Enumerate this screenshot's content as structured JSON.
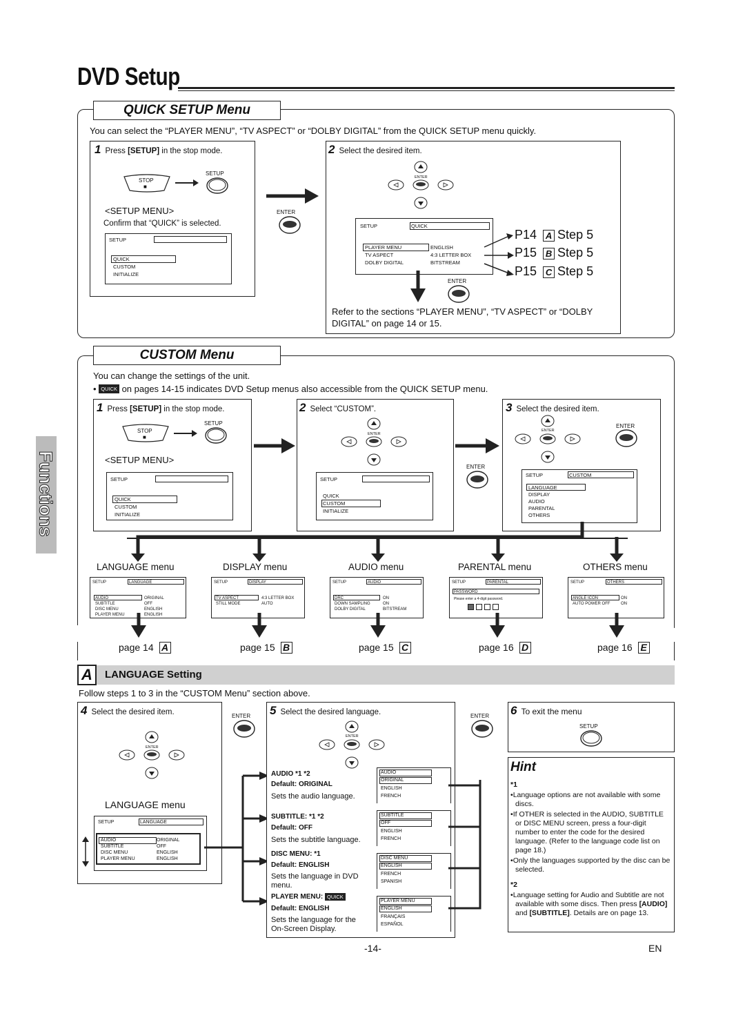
{
  "page": {
    "title": "DVD Setup",
    "side_tab": "Functions",
    "page_number": "-14-",
    "language_code": "EN"
  },
  "quick": {
    "heading": "QUICK SETUP Menu",
    "intro": "You can select the “PLAYER MENU”, “TV ASPECT” or “DOLBY DIGITAL” from the QUICK SETUP menu quickly.",
    "step1": {
      "num": "1",
      "pre": "Press ",
      "key": "[SETUP]",
      "post": " in the stop mode.",
      "stop": "STOP",
      "stop_sym": "■",
      "setup": "SETUP",
      "menu_title": "<SETUP MENU>",
      "confirm": "Confirm that “QUICK” is selected.",
      "screen": {
        "header": "SETUP",
        "items": [
          "QUICK",
          "CUSTOM",
          "INITIALIZE"
        ]
      }
    },
    "enter_label": "ENTER",
    "step2": {
      "num": "2",
      "text": "Select the desired item.",
      "enter_small": "ENTER",
      "screen": {
        "header": "SETUP",
        "tab": "QUICK",
        "rows": [
          [
            "PLAYER MENU",
            "ENGLISH"
          ],
          [
            "TV ASPECT",
            "4:3 LETTER BOX"
          ],
          [
            "DOLBY DIGITAL",
            "BITSTREAM"
          ]
        ]
      },
      "enter": "ENTER",
      "refs": [
        {
          "page": "P14",
          "letter": "A",
          "step": "Step 5"
        },
        {
          "page": "P15",
          "letter": "B",
          "step": "Step 5"
        },
        {
          "page": "P15",
          "letter": "C",
          "step": "Step 5"
        }
      ],
      "note": "Refer to the sections “PLAYER MENU”, “TV ASPECT” or “DOLBY DIGITAL” on page 14 or 15."
    }
  },
  "custom": {
    "heading": "CUSTOM Menu",
    "intro1": "You can change the settings of the unit.",
    "intro2_bullet": "•",
    "intro2_badge": "QUICK",
    "intro2": " on pages 14-15 indicates DVD Setup menus also accessible from the QUICK SETUP menu.",
    "step1": {
      "num": "1",
      "pre": "Press ",
      "key": "[SETUP]",
      "post": " in the stop mode.",
      "stop": "STOP",
      "stop_sym": "■",
      "setup": "SETUP",
      "menu_title": "<SETUP MENU>",
      "screen": {
        "header": "SETUP",
        "items": [
          "QUICK",
          "CUSTOM",
          "INITIALIZE"
        ]
      }
    },
    "step2": {
      "num": "2",
      "text": "Select “CUSTOM”.",
      "enter_small": "ENTER",
      "enter": "ENTER",
      "screen": {
        "header": "SETUP",
        "items": [
          "QUICK",
          "CUSTOM",
          "INITIALIZE"
        ]
      }
    },
    "step3": {
      "num": "3",
      "text": "Select the desired item.",
      "enter": "ENTER",
      "enter_small": "ENTER",
      "screen": {
        "header": "SETUP",
        "tab": "CUSTOM",
        "items": [
          "LANGUAGE",
          "DISPLAY",
          "AUDIO",
          "PARENTAL",
          "OTHERS"
        ]
      }
    },
    "menus": [
      {
        "name": "LANGUAGE menu",
        "header": "SETUP",
        "tab": "LANGUAGE",
        "rows": [
          [
            "AUDIO",
            "ORIGINAL"
          ],
          [
            "SUBTITLE",
            "OFF"
          ],
          [
            "DISC MENU",
            "ENGLISH"
          ],
          [
            "PLAYER MENU",
            "ENGLISH"
          ]
        ],
        "page": "page 14",
        "letter": "A"
      },
      {
        "name": "DISPLAY menu",
        "header": "SETUP",
        "tab": "DISPLAY",
        "rows": [
          [
            "TV ASPECT",
            "4:3 LETTER BOX"
          ],
          [
            "STILL MODE",
            "AUTO"
          ]
        ],
        "page": "page 15",
        "letter": "B"
      },
      {
        "name": "AUDIO menu",
        "header": "SETUP",
        "tab": "AUDIO",
        "rows": [
          [
            "DRC",
            "ON"
          ],
          [
            "DOWN SAMPLING",
            "ON"
          ],
          [
            "DOLBY DIGITAL",
            "BITSTREAM"
          ]
        ],
        "page": "page 15",
        "letter": "C"
      },
      {
        "name": "PARENTAL menu",
        "header": "SETUP",
        "tab": "PARENTAL",
        "rows": [
          [
            "PASSWORD",
            ""
          ],
          [
            "Please enter a 4-digit password.",
            ""
          ]
        ],
        "page": "page 16",
        "letter": "D"
      },
      {
        "name": "OTHERS menu",
        "header": "SETUP",
        "tab": "OTHERS",
        "rows": [
          [
            "ANGLE ICON",
            "ON"
          ],
          [
            "AUTO POWER OFF",
            "ON"
          ]
        ],
        "page": "page 16",
        "letter": "E"
      }
    ]
  },
  "language_setting": {
    "letter": "A",
    "title": "LANGUAGE Setting",
    "follow": "Follow steps 1 to 3 in the “CUSTOM Menu” section above.",
    "step4": {
      "num": "4",
      "text": "Select the desired item.",
      "enter_small": "ENTER",
      "menu_label": "LANGUAGE menu",
      "screen": {
        "header": "SETUP",
        "tab": "LANGUAGE",
        "rows": [
          [
            "AUDIO",
            "ORIGINAL"
          ],
          [
            "SUBTITLE",
            "OFF"
          ],
          [
            "DISC MENU",
            "ENGLISH"
          ],
          [
            "PLAYER MENU",
            "ENGLISH"
          ]
        ]
      }
    },
    "enter1": "ENTER",
    "step5": {
      "num": "5",
      "text": "Select the desired language.",
      "enter_small": "ENTER",
      "items": [
        {
          "title": "AUDIO *1 *2",
          "default": "Default: ORIGINAL",
          "desc": "Sets the audio language.",
          "opts": [
            "AUDIO",
            "ORIGINAL",
            "ENGLISH",
            "FRENCH"
          ]
        },
        {
          "title": "SUBTITLE: *1 *2",
          "default": "Default: OFF",
          "desc": "Sets the subtitle language.",
          "opts": [
            "SUBTITLE",
            "OFF",
            "ENGLISH",
            "FRENCH"
          ]
        },
        {
          "title": "DISC MENU: *1",
          "default": "Default: ENGLISH",
          "desc": "Sets the language in DVD menu.",
          "opts": [
            "DISC MENU",
            "ENGLISH",
            "FRENCH",
            "SPANISH"
          ]
        },
        {
          "title": "PLAYER MENU:",
          "badge": "QUICK",
          "default": "Default: ENGLISH",
          "desc": "Sets the language for the On-Screen Display.",
          "opts": [
            "PLAYER MENU",
            "ENGLISH",
            "FRANÇAIS",
            "ESPAÑOL"
          ]
        }
      ]
    },
    "enter2": "ENTER",
    "step6": {
      "num": "6",
      "text": "To exit the menu",
      "setup": "SETUP"
    },
    "hint": {
      "title": "Hint",
      "n1": "*1",
      "b1": "Language options are not available with some discs.",
      "b2": "If OTHER is selected in the AUDIO, SUBTITLE or DISC MENU screen, press a four-digit number to enter the code for the desired language. (Refer to the language code list on page 18.)",
      "b3": "Only the languages supported by the disc can be selected.",
      "n2": "*2",
      "b4_pre": "Language setting for Audio and Subtitle are not available with some discs. Then press ",
      "b4_k1": "[AUDIO]",
      "b4_mid": " and ",
      "b4_k2": "[SUBTITLE]",
      "b4_post": ". Details are on page 13.",
      "bullet": "•"
    }
  }
}
